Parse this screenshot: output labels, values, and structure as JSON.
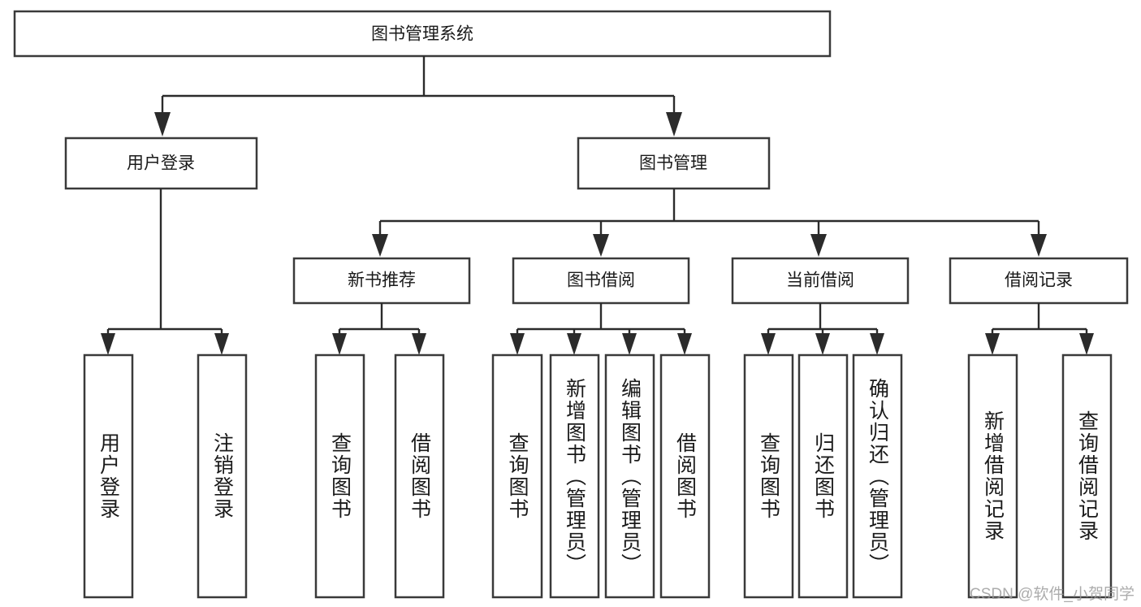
{
  "diagram": {
    "title": "图书管理系统",
    "watermark": "CSDN @软件_小贺同学",
    "style": {
      "box_fill": "#ffffff",
      "box_stroke": "#3a3a3a",
      "line_color": "#2b2b2b",
      "text_color": "#1a1a1a",
      "watermark_color": "#9a9a9a",
      "background": "#ffffff"
    },
    "root": {
      "label": "图书管理系统"
    },
    "level2": [
      {
        "label": "用户登录"
      },
      {
        "label": "图书管理"
      }
    ],
    "level3": [
      {
        "label": "新书推荐"
      },
      {
        "label": "图书借阅"
      },
      {
        "label": "当前借阅"
      },
      {
        "label": "借阅记录"
      }
    ],
    "leaves": {
      "user_login": [
        {
          "label": "用户登录"
        },
        {
          "label": "注销登录"
        }
      ],
      "new_book_recommend": [
        {
          "label": "查询图书"
        },
        {
          "label": "借阅图书"
        }
      ],
      "book_borrow": [
        {
          "label": "查询图书"
        },
        {
          "label": "新增图书（管理员）"
        },
        {
          "label": "编辑图书（管理员）"
        },
        {
          "label": "借阅图书"
        }
      ],
      "current_borrow": [
        {
          "label": "查询图书"
        },
        {
          "label": "归还图书"
        },
        {
          "label": "确认归还（管理员）"
        }
      ],
      "borrow_record": [
        {
          "label": "新增借阅记录"
        },
        {
          "label": "查询借阅记录"
        }
      ]
    }
  }
}
